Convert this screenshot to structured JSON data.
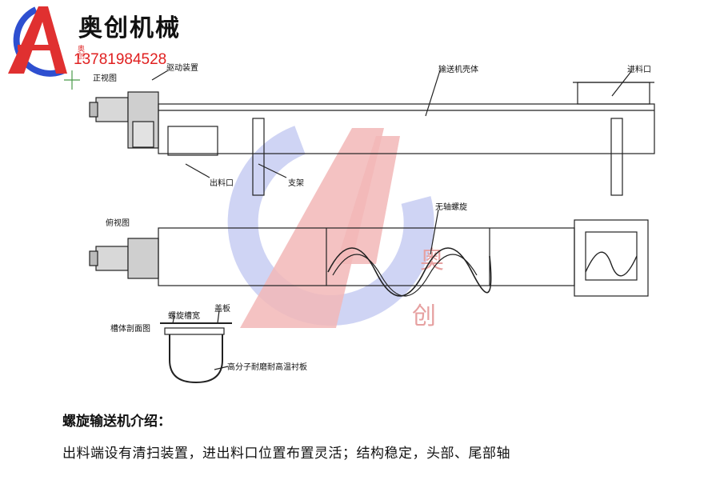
{
  "brand": {
    "name": "奥创机械",
    "phone": "13781984528",
    "logo_glyph": "A",
    "vertical_text": "奥创",
    "colors": {
      "red": "#e03030",
      "blue": "#2e4fd0"
    }
  },
  "watermark": {
    "chars": [
      "奥",
      "创"
    ]
  },
  "drawing": {
    "front_view_label": "正视图",
    "motor_label": "驱动装置",
    "housing_label": "输送机壳体",
    "inlet_label": "进料口",
    "outlet_label": "出料口",
    "support_label": "支架",
    "top_view_label": "俯视图",
    "shaftless_label": "无轴螺旋",
    "section_view_label": "槽体剖面图",
    "trough_width_label": "螺旋槽宽",
    "cover_label": "盖板",
    "liner_label": "高分子耐磨耐高温衬板"
  },
  "intro": {
    "title": "螺旋输送机介绍：",
    "text": "出料端设有清扫装置，进出料口位置布置灵活；结构稳定，头部、尾部轴"
  }
}
